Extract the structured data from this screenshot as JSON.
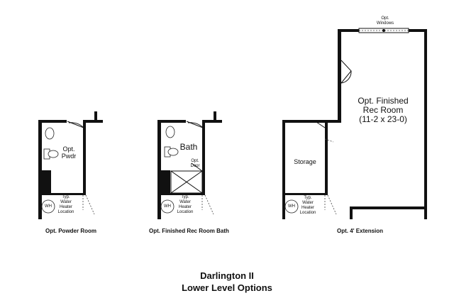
{
  "plan1": {
    "room_line1": "Opt.",
    "room_line2": "Pwdr",
    "wh": "WH",
    "wh_note": [
      "Typ.",
      "Water",
      "Heater",
      "Location"
    ],
    "caption": "Opt. Powder Room"
  },
  "plan2": {
    "room": "Bath",
    "door_line1": "Opt.",
    "door_line2": "Door",
    "wh": "WH",
    "wh_note": [
      "Typ.",
      "Water",
      "Heater",
      "Location"
    ],
    "caption": "Opt. Finished Rec Room Bath"
  },
  "plan3": {
    "windows_line1": "Opt.",
    "windows_line2": "Windows",
    "rec_line1": "Opt. Finished",
    "rec_line2": "Rec Room",
    "rec_line3": "(11-2 x 23-0)",
    "storage": "Storage",
    "wh": "WH",
    "wh_note": [
      "Typ.",
      "Water",
      "Heater",
      "Location"
    ],
    "caption": "Opt. 4' Extension"
  },
  "title": {
    "line1": "Darlington II",
    "line2": "Lower Level Options"
  }
}
